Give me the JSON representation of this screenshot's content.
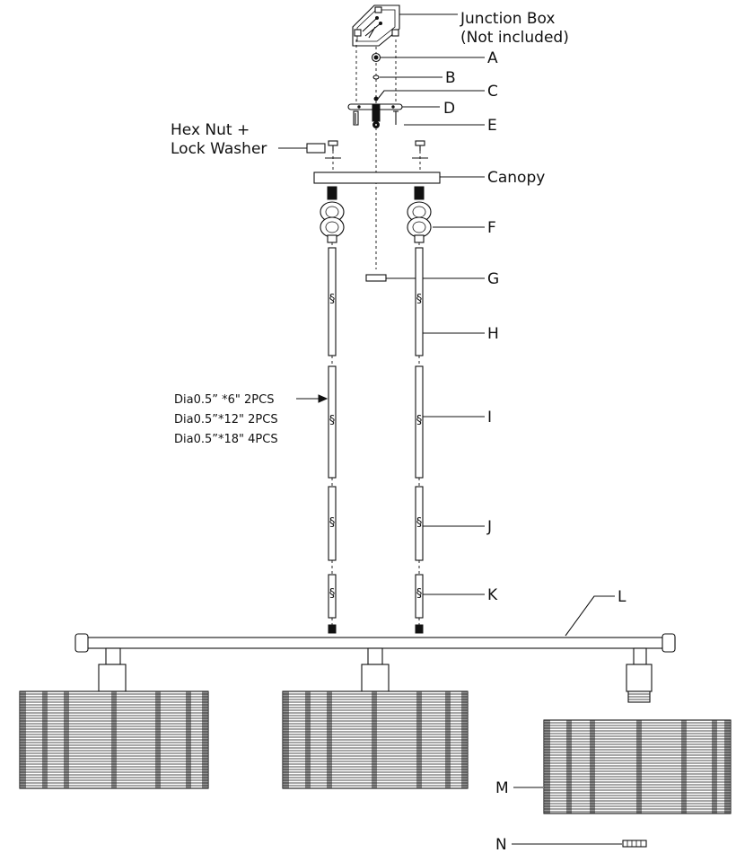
{
  "labels": {
    "junction_box_line1": "Junction Box",
    "junction_box_line2": "(Not included)",
    "a": "A",
    "b": "B",
    "c": "C",
    "d": "D",
    "e": "E",
    "hex_nut_line1": "Hex Nut +",
    "hex_nut_line2": "Lock Washer",
    "canopy": "Canopy",
    "f": "F",
    "g": "G",
    "h": "H",
    "i": "I",
    "j": "J",
    "k": "K",
    "l": "L",
    "m": "M",
    "n": "N"
  },
  "rod_specs": [
    "Dia0.5”  *6\" 2PCS",
    "Dia0.5”*12\" 2PCS",
    "Dia0.5”*18\" 4PCS"
  ]
}
